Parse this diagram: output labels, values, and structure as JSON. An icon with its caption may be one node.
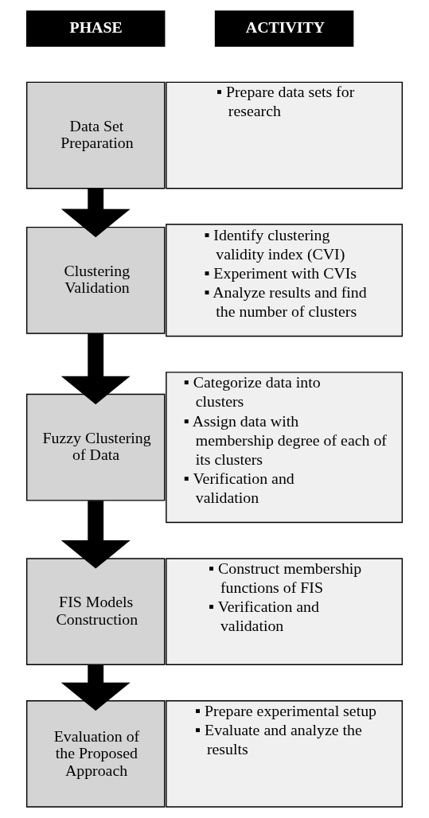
{
  "diagram": {
    "nodes": [
      {
        "text": [
          "PHASE"
        ]
      },
      {
        "text": [
          "ACTIVITY"
        ]
      },
      {
        "text": [
          "Data Set Preparation"
        ]
      },
      {
        "text": [
          "▪ Prepare data sets for research"
        ]
      },
      {
        "text": [
          "Clustering Validation"
        ]
      },
      {
        "text": [
          "▪ Identify clustering validity index (CVI)",
          "▪ Experiment with CVIs",
          "▪ Analyze results and find the number of clusters"
        ]
      },
      {
        "text": [
          "Fuzzy Clustering of Data"
        ]
      },
      {
        "text": [
          "▪ Categorize data into clusters",
          "▪ Assign data with membership degree of each of its clusters",
          "▪ Verification and validation"
        ]
      },
      {
        "text": [
          "FIS Models Construction"
        ]
      },
      {
        "text": [
          "▪ Construct membership functions of FIS",
          "▪ Verification and validation"
        ]
      },
      {
        "text": [
          "Evaluation of the Proposed Approach"
        ]
      },
      {
        "text": [
          "▪ Prepare experimental setup",
          "▪ Evaluate and analyze the results"
        ]
      }
    ],
    "edges": [
      {
        "from": 2,
        "to": 4,
        "arrow": "to"
      },
      {
        "from": 4,
        "to": 6,
        "arrow": "to"
      },
      {
        "from": 6,
        "to": 8,
        "arrow": "to"
      },
      {
        "from": 8,
        "to": 10,
        "arrow": "to"
      }
    ]
  }
}
